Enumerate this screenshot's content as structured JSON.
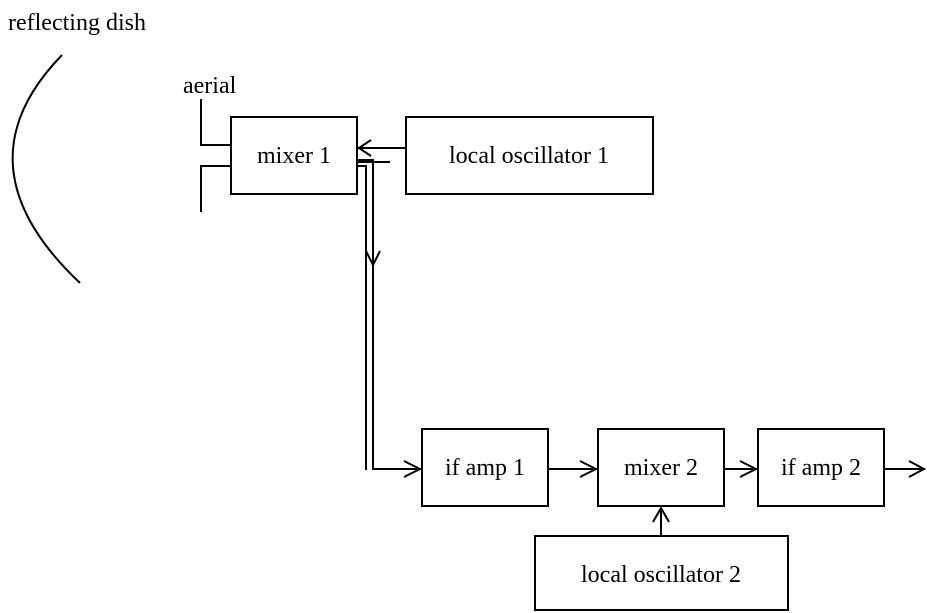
{
  "labels": {
    "reflecting_dish": "reflecting dish",
    "aerial": "aerial",
    "mixer_1": "mixer 1",
    "local_oscillator_1": "local oscillator 1",
    "if_amp_1": "if amp 1",
    "mixer_2": "mixer 2",
    "if_amp_2": "if amp 2",
    "local_oscillator_2": "local oscillator 2"
  },
  "colors": {
    "line": "#000000",
    "background": "#ffffff"
  }
}
